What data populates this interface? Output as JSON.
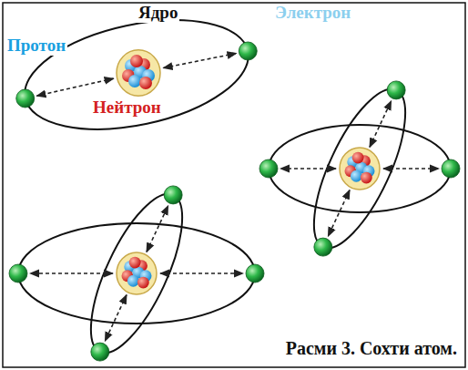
{
  "diagram": {
    "caption": "Расми 3. Сохти атом.",
    "labels": [
      "Ядро",
      "Электрон",
      "Протон",
      "Нейтрон"
    ]
  }
}
